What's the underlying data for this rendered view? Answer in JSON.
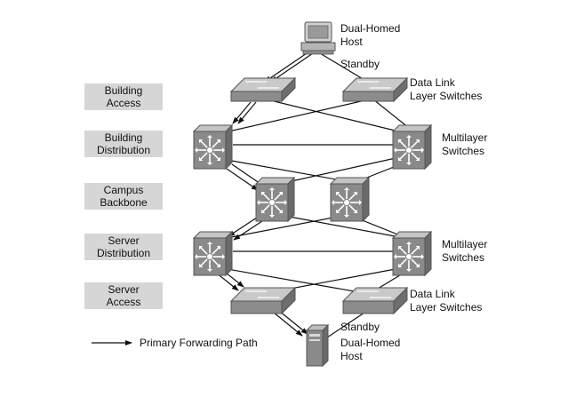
{
  "layers": [
    {
      "lines": [
        "Building",
        "Access"
      ]
    },
    {
      "lines": [
        "Building",
        "Distribution"
      ]
    },
    {
      "lines": [
        "Campus",
        "Backbone"
      ]
    },
    {
      "lines": [
        "Server",
        "Distribution"
      ]
    },
    {
      "lines": [
        "Server",
        "Access"
      ]
    }
  ],
  "labels": {
    "top_host": [
      "Dual-Homed",
      "Host"
    ],
    "top_standby": "Standby",
    "top_switches": [
      "Data Link",
      "Layer Switches"
    ],
    "upper_multilayer": [
      "Multilayer",
      "Switches"
    ],
    "lower_multilayer": [
      "Multilayer",
      "Switches"
    ],
    "bottom_switches": [
      "Data Link",
      "Layer Switches"
    ],
    "bottom_standby": "Standby",
    "bottom_host": [
      "Dual-Homed",
      "Host"
    ]
  },
  "legend": {
    "text": "Primary Forwarding Path"
  },
  "icons": {
    "workstation": "workstation-icon",
    "server": "server-icon",
    "l2_switch": "workgroup-switch-icon",
    "l3_switch": "multilayer-switch-icon"
  },
  "colors": {
    "device": "#8a8a8a",
    "device_face": "#c7c7c7",
    "link": "#111111",
    "layer_box": "#d6d6d6"
  }
}
